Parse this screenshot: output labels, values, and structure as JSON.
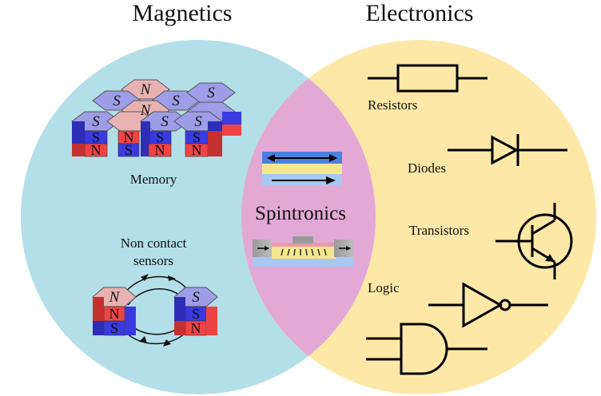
{
  "sets": {
    "left_title": "Magnetics",
    "right_title": "Electronics",
    "overlap_title": "Spintronics"
  },
  "magnetics": {
    "memory_label": "Memory",
    "sensors_label_line1": "Non contact",
    "sensors_label_line2": "sensors",
    "pole_north": "N",
    "pole_south": "S"
  },
  "electronics": {
    "resistors_label": "Resistors",
    "diodes_label": "Diodes",
    "transistors_label": "Transistors",
    "logic_label": "Logic"
  },
  "colors": {
    "magnetics_fill": "#b3dfe8",
    "electronics_fill": "#fde8a8",
    "overlap_fill": "#e3a9d6",
    "north_top": "#e9b2b2",
    "south_top": "#9d9de8",
    "north_side": "#ee4444",
    "south_side": "#3a3ae0"
  }
}
